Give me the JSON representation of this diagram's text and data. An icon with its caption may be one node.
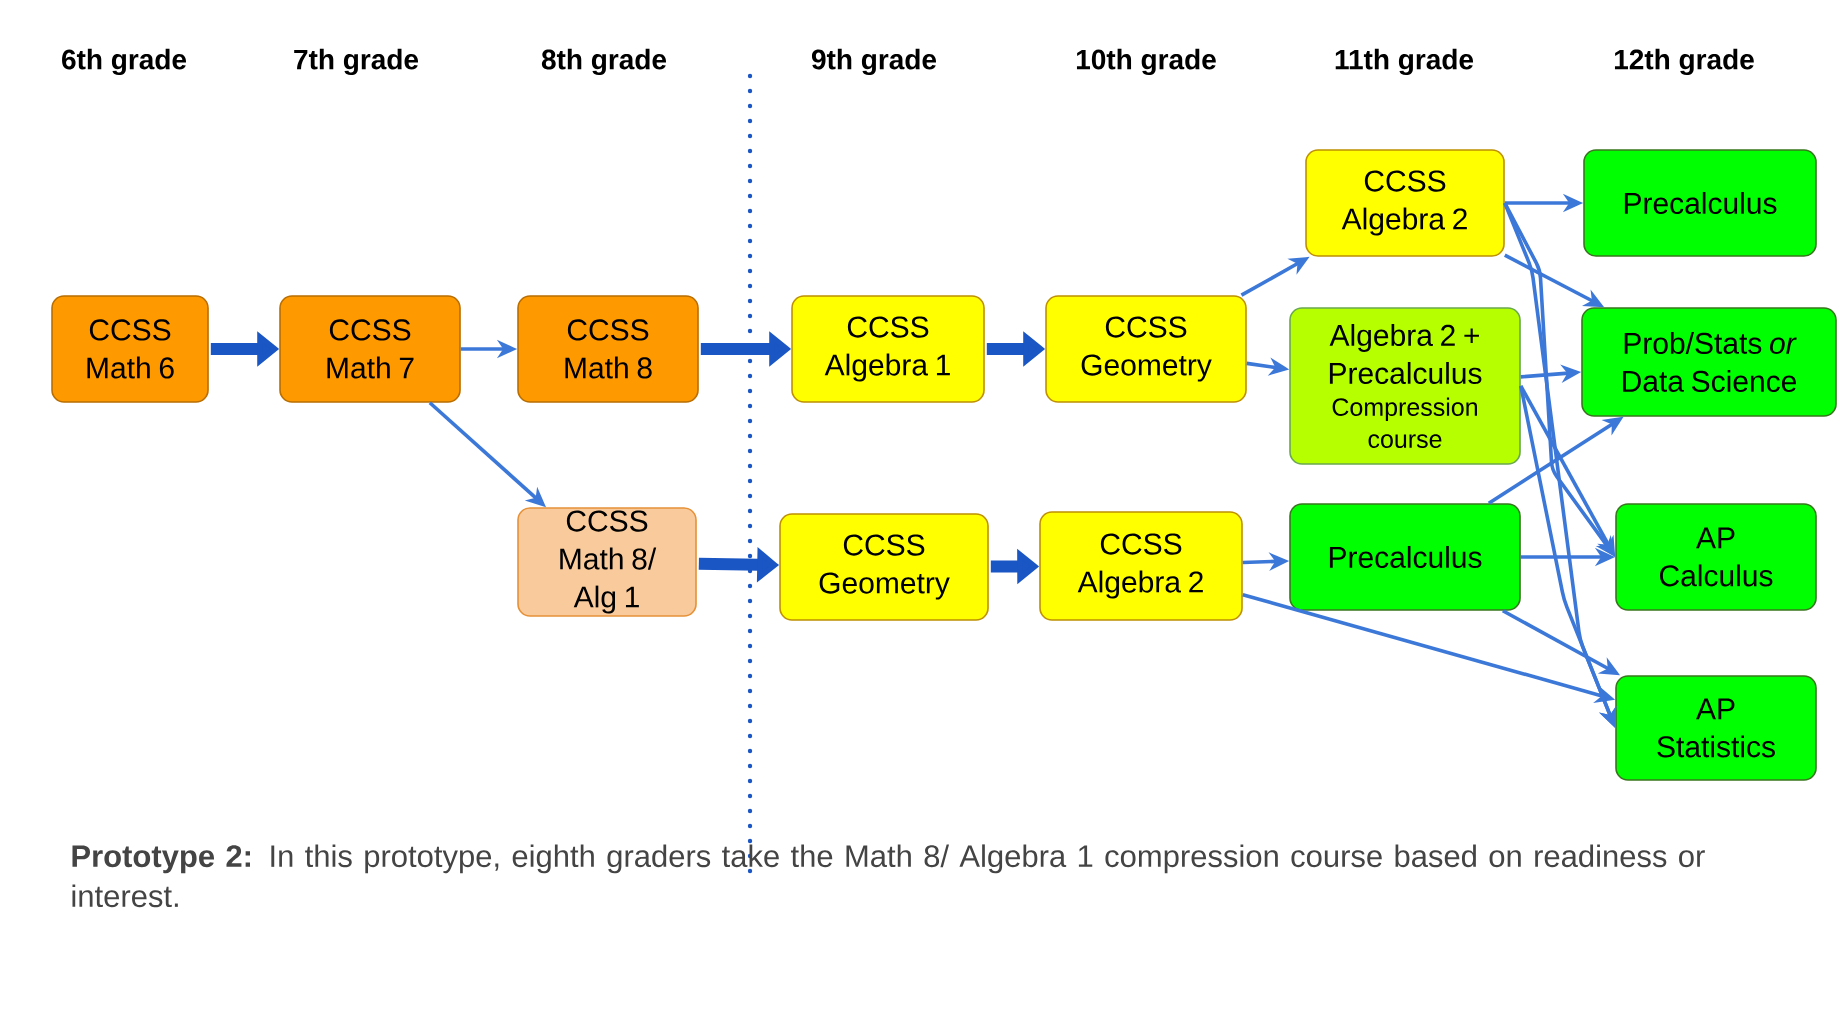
{
  "diagram": {
    "caption": "**Prototype 2:** In this prototype, eighth graders take the Math 8/ Algebra 1 compression course based on readiness or interest.",
    "nodes": [
      {
        "text": [
          "CCSS Math 6"
        ]
      },
      {
        "text": [
          "CCSS Math 7"
        ]
      },
      {
        "text": [
          "CCSS Math 8"
        ]
      },
      {
        "text": [
          "CCSS Math 8/ Alg 1"
        ]
      },
      {
        "text": [
          "CCSS Algebra 1"
        ]
      },
      {
        "text": [
          "CCSS Geometry"
        ]
      },
      {
        "text": [
          "CCSS Geometry"
        ]
      },
      {
        "text": [
          "CCSS Algebra 2"
        ]
      },
      {
        "text": [
          "CCSS Algebra 2"
        ]
      },
      {
        "text": [
          "Algebra 2 + Precalculus",
          "Compression course"
        ]
      },
      {
        "text": [
          "Precalculus"
        ]
      },
      {
        "text": [
          "Precalculus"
        ]
      },
      {
        "text": [
          "Prob/Stats *or* Data Science"
        ]
      },
      {
        "text": [
          "AP Calculus"
        ]
      },
      {
        "text": [
          "AP Statistics"
        ]
      }
    ],
    "edges": [
      {
        "from": 0,
        "to": 1,
        "arrow": "to",
        "style": "thick"
      },
      {
        "from": 1,
        "to": 2,
        "arrow": "to"
      },
      {
        "from": 1,
        "to": 3,
        "arrow": "to"
      },
      {
        "from": 2,
        "to": 4,
        "arrow": "to",
        "style": "thick"
      },
      {
        "from": 3,
        "to": 6,
        "arrow": "to",
        "style": "thick"
      },
      {
        "from": 4,
        "to": 5,
        "arrow": "to",
        "style": "thick"
      },
      {
        "from": 6,
        "to": 7,
        "arrow": "to",
        "style": "thick"
      },
      {
        "from": 5,
        "to": 8,
        "arrow": "to"
      },
      {
        "from": 5,
        "to": 9,
        "arrow": "to"
      },
      {
        "from": 7,
        "to": 10,
        "arrow": "to"
      },
      {
        "from": 7,
        "to": 14,
        "arrow": "to"
      },
      {
        "from": 8,
        "to": 11,
        "arrow": "to"
      },
      {
        "from": 8,
        "to": 12,
        "arrow": "to"
      },
      {
        "from": 8,
        "to": 13,
        "arrow": "to"
      },
      {
        "from": 8,
        "to": 14,
        "arrow": "to"
      },
      {
        "from": 9,
        "to": 12,
        "arrow": "to"
      },
      {
        "from": 9,
        "to": 13,
        "arrow": "to"
      },
      {
        "from": 9,
        "to": 14,
        "arrow": "to"
      },
      {
        "from": 10,
        "to": 12,
        "arrow": "to"
      },
      {
        "from": 10,
        "to": 13,
        "arrow": "to"
      },
      {
        "from": 10,
        "to": 14,
        "arrow": "to"
      }
    ],
    "labels": [
      "6th grade",
      "7th grade",
      "8th grade",
      "9th grade",
      "10th grade",
      "11th grade",
      "12th grade"
    ]
  }
}
